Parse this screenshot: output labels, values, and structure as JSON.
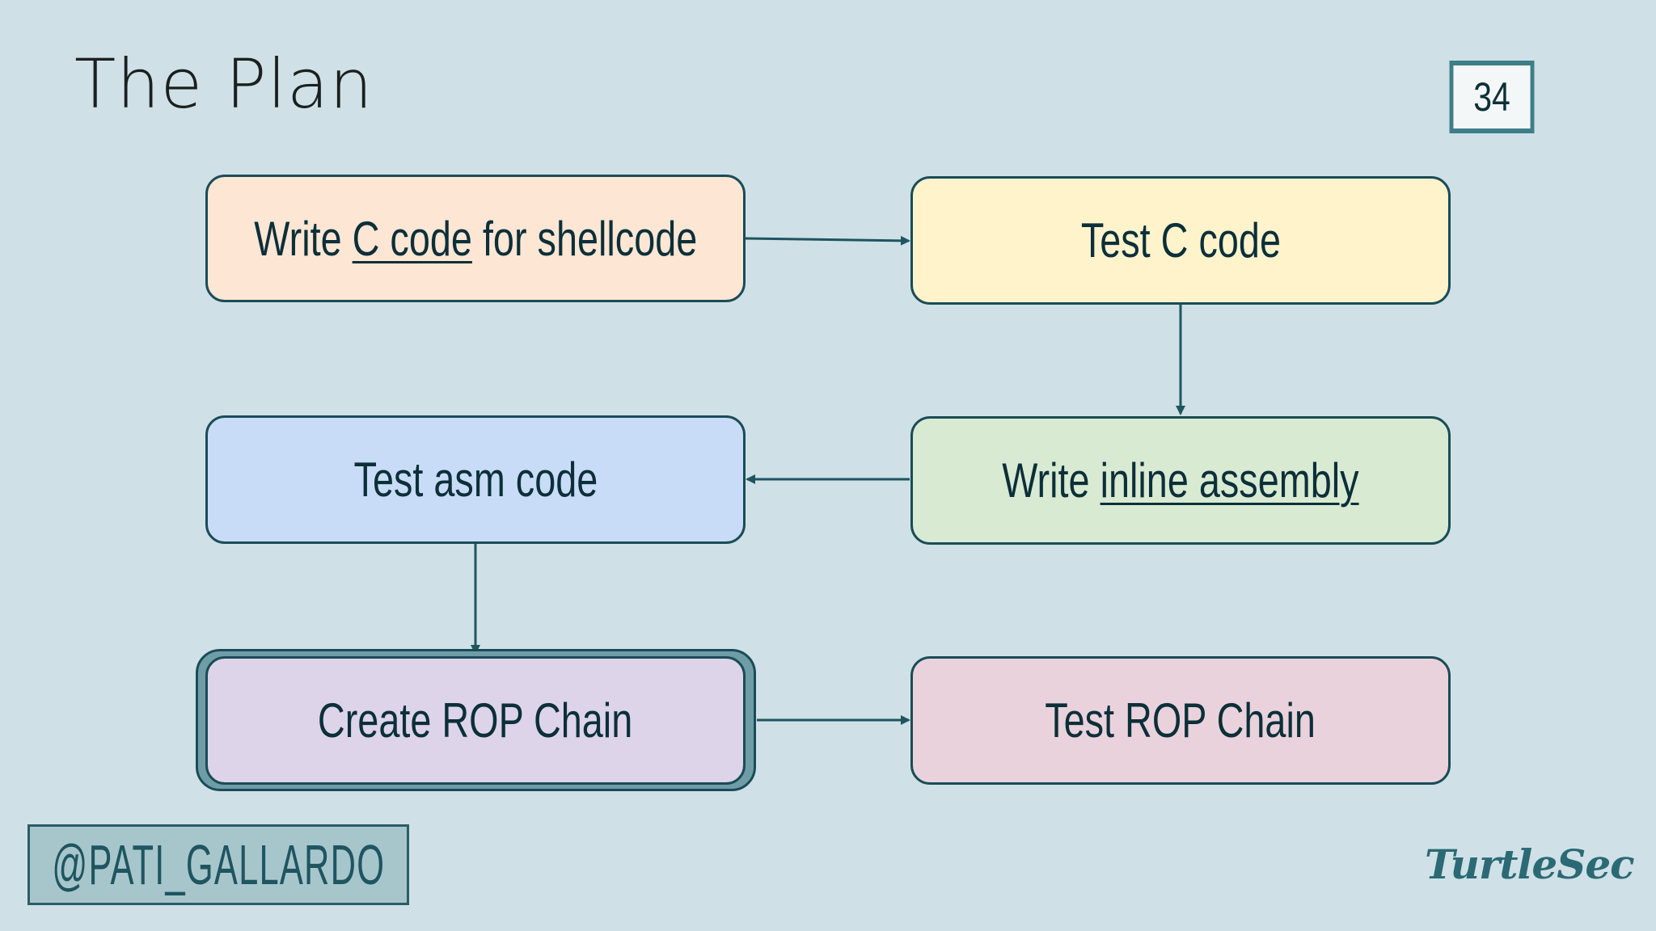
{
  "slide": {
    "title": "The Plan",
    "page_number": "34",
    "handle": "@PATI_GALLARDO",
    "brand": "TurtleSec"
  },
  "colors": {
    "background": "#cfe1e6",
    "border": "#1a4c57",
    "arrow": "#1e5560",
    "node_write_c": "#fde6d4",
    "node_test_c": "#fff3cc",
    "node_inline": "#d9ead3",
    "node_test_asm": "#c9dcf7",
    "node_rop": "#ddd4ea",
    "node_test_rop": "#ead2dc"
  },
  "nodes": [
    {
      "id": "write-c-code",
      "parts": [
        {
          "text": "Write "
        },
        {
          "text": "C code",
          "underline": true
        },
        {
          "text": " for shellcode"
        }
      ]
    },
    {
      "id": "test-c-code",
      "parts": [
        {
          "text": "Test C code"
        }
      ]
    },
    {
      "id": "write-inline-assembly",
      "parts": [
        {
          "text": "Write "
        },
        {
          "text": "inline assembly",
          "underline": true
        }
      ]
    },
    {
      "id": "test-asm-code",
      "parts": [
        {
          "text": "Test asm code"
        }
      ]
    },
    {
      "id": "create-rop-chain",
      "parts": [
        {
          "text": "Create ROP Chain"
        }
      ],
      "emphasized": true
    },
    {
      "id": "test-rop-chain",
      "parts": [
        {
          "text": "Test ROP Chain"
        }
      ]
    }
  ],
  "edges": [
    {
      "from": "write-c-code",
      "to": "test-c-code"
    },
    {
      "from": "test-c-code",
      "to": "write-inline-assembly"
    },
    {
      "from": "write-inline-assembly",
      "to": "test-asm-code"
    },
    {
      "from": "test-asm-code",
      "to": "create-rop-chain"
    },
    {
      "from": "create-rop-chain",
      "to": "test-rop-chain"
    }
  ]
}
